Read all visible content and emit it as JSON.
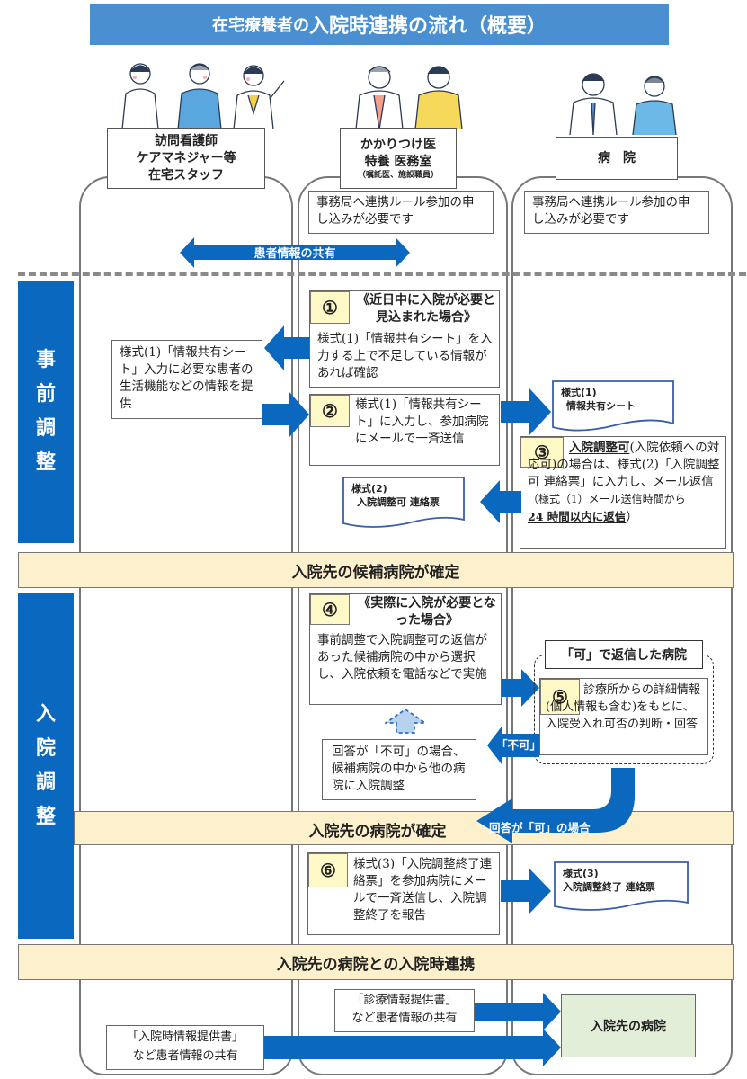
{
  "title": {
    "prefix": "在宅療養者の",
    "main": "入院時連携の流れ（概要）"
  },
  "lanes": [
    {
      "lines": [
        "訪問看護師",
        "ケアマネジャー等",
        "在宅スタッフ"
      ],
      "sub": ""
    },
    {
      "lines": [
        "かかりつけ医",
        "特養 医務室"
      ],
      "sub": "（嘱託医、施設職員）"
    },
    {
      "lines": [
        "病　院"
      ],
      "sub": ""
    }
  ],
  "registration_notes": [
    "事務局へ連携ルール参加の申し込みが必要です",
    "事務局へ連携ルール参加の申し込みが必要です"
  ],
  "share_arrow_label": "患者情報の共有",
  "phases": [
    {
      "label": "事前調整",
      "chars": [
        "事",
        "前",
        "調",
        "整"
      ]
    },
    {
      "label": "入院調整",
      "chars": [
        "入",
        "院",
        "調",
        "整"
      ]
    }
  ],
  "steps": {
    "s1": {
      "num": "①",
      "heading": "《近日中に入院が必要と見込まれた場合》",
      "body": "様式(1)「情報共有シート」を入力する上で不足している情報があれば確認"
    },
    "s2": {
      "num": "②",
      "body": "様式(1)「情報共有シート」に入力し、参加病院にメールで一斉送信"
    },
    "s3": {
      "num": "③",
      "emph": "入院調整可",
      "body1": "(入院依頼への対応可)の場合は、様式(2)「入院調整可 連絡票」に入力し、メール返信",
      "body2": "（様式（1）メール送信時間から",
      "emph2": "24 時間以内に返信",
      "tail": "）"
    },
    "s4": {
      "num": "④",
      "heading": "《実際に入院が必要となった場合》",
      "body": "事前調整で入院調整可の返信があった候補病院の中から選択し、入院依頼を電話などで実施"
    },
    "s5": {
      "num": "⑤",
      "group_label": "「可」で返信した病院",
      "body": "診療所からの詳細情報(個人情報も含む)をもとに、入院受入れ可否の判断・回答"
    },
    "s6": {
      "num": "⑥",
      "body": "様式(3)「入院調整終了連絡票」を参加病院にメールで一斉送信し、入院調整終了を報告"
    }
  },
  "home_provide_box": "様式(1)「情報共有シート」入力に必要な患者の生活機能などの情報を提供",
  "reject_box": "回答が「不可」の場合、候補病院の中から他の病院に入院調整",
  "reject_label": "「不可」",
  "accept_label": "回答が「可」の場合",
  "documents": [
    {
      "line1": "様式(1)",
      "line2": "情報共有シート"
    },
    {
      "line1": "様式(2)",
      "line2": "入院調整可  連絡票"
    },
    {
      "line1": "様式(3)",
      "line2": "入院調整終了  連絡票"
    }
  ],
  "bands": [
    "入院先の候補病院が確定",
    "入院先の病院が確定",
    "入院先の病院との入院時連携"
  ],
  "final": {
    "clinic_info": [
      "「診療情報提供書」",
      "など患者情報の共有"
    ],
    "home_info": [
      "「入院時情報提供書」",
      "など患者情報の共有"
    ],
    "hospital": "入院先の病院"
  },
  "colors": {
    "accent_blue": "#0b68bf",
    "title_blue": "#4a90d0",
    "band_fill": "#fdf0cc",
    "number_fill": "#fff9c8",
    "hospital_fill": "#e2eed8"
  }
}
